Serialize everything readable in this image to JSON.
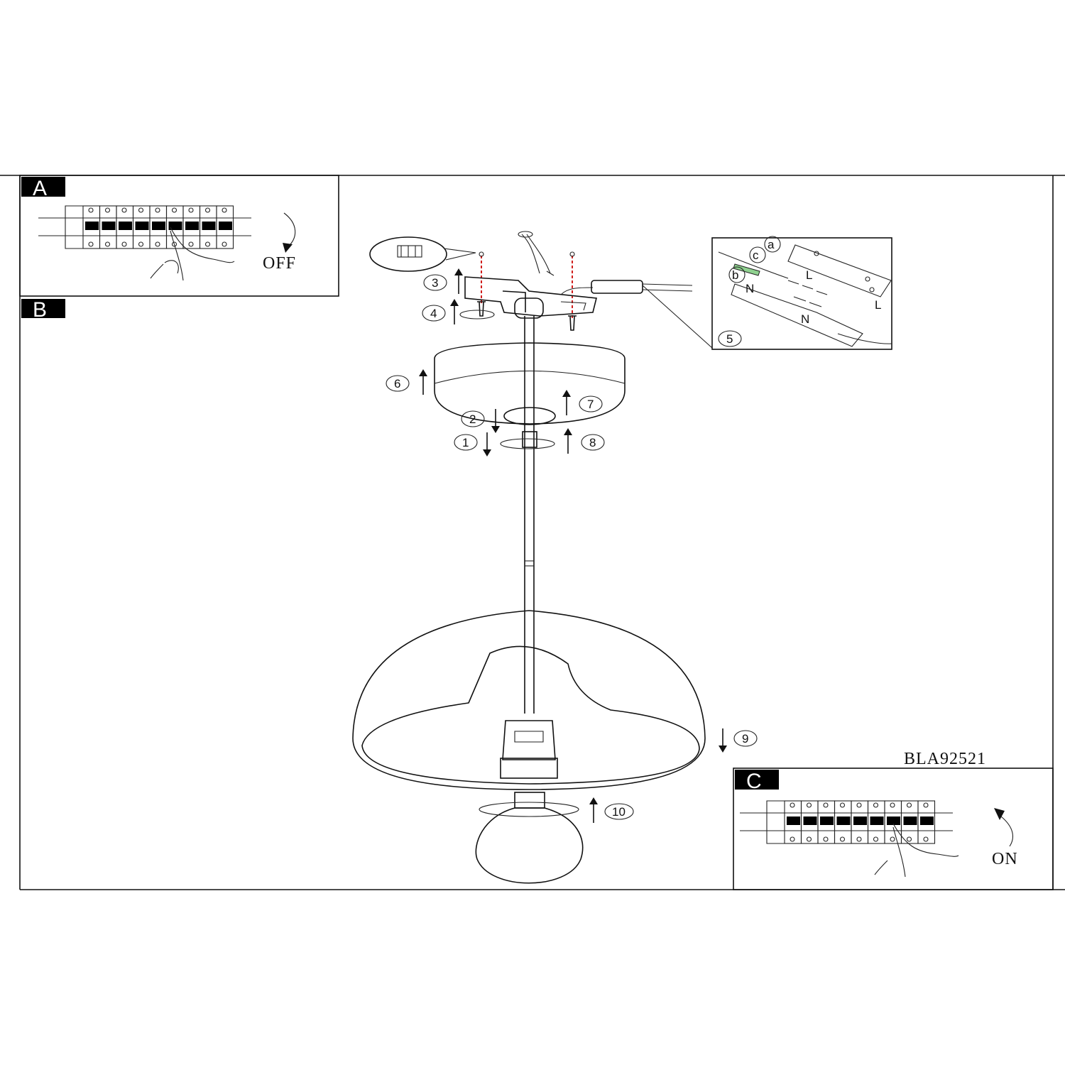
{
  "panels": {
    "a": {
      "label": "A",
      "switch_text": "OFF"
    },
    "b": {
      "label": "B"
    },
    "c": {
      "label": "C",
      "switch_text": "ON"
    }
  },
  "model_number": "BLA92521",
  "steps": [
    "1",
    "2",
    "3",
    "4",
    "5",
    "6",
    "7",
    "8",
    "9",
    "10"
  ],
  "wiring_inset": {
    "labels": [
      "a",
      "b",
      "c"
    ],
    "terminal_marks": [
      "L",
      "N",
      "N",
      "L"
    ]
  },
  "colors": {
    "line": "#111111",
    "label_bg": "#000000",
    "drill_guide": "#d0201e",
    "wire_highlight": "#8fd18f"
  }
}
